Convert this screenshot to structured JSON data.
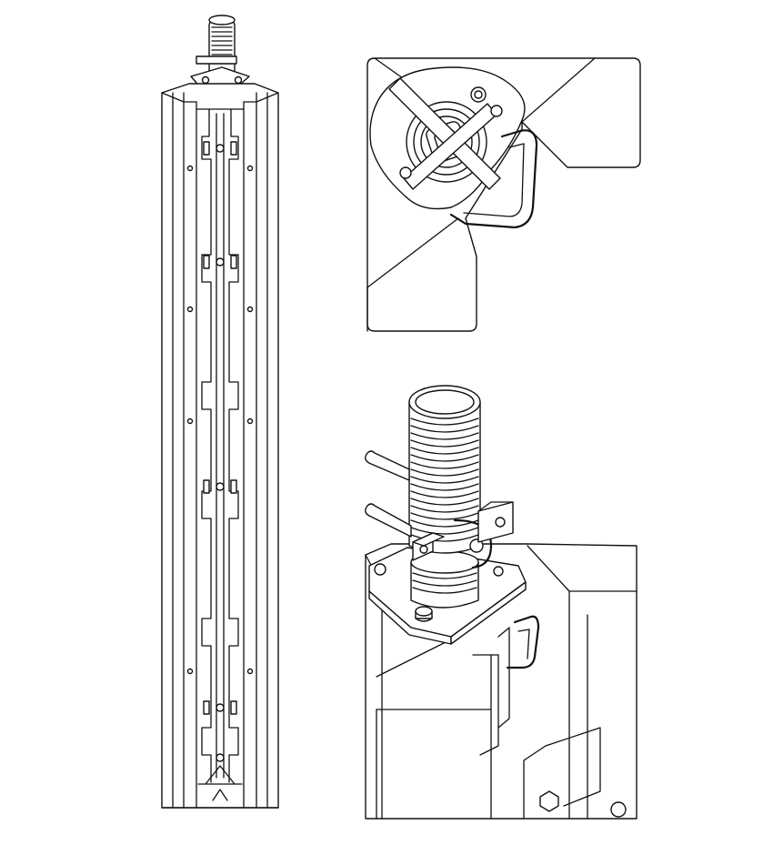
{
  "figure": {
    "type": "technical line drawing",
    "views": [
      {
        "id": "column",
        "label": ""
      },
      {
        "id": "top-detail",
        "label": ""
      },
      {
        "id": "bottom-detail",
        "label": ""
      }
    ]
  },
  "colors": {
    "line": "#111111",
    "background": "#ffffff"
  }
}
